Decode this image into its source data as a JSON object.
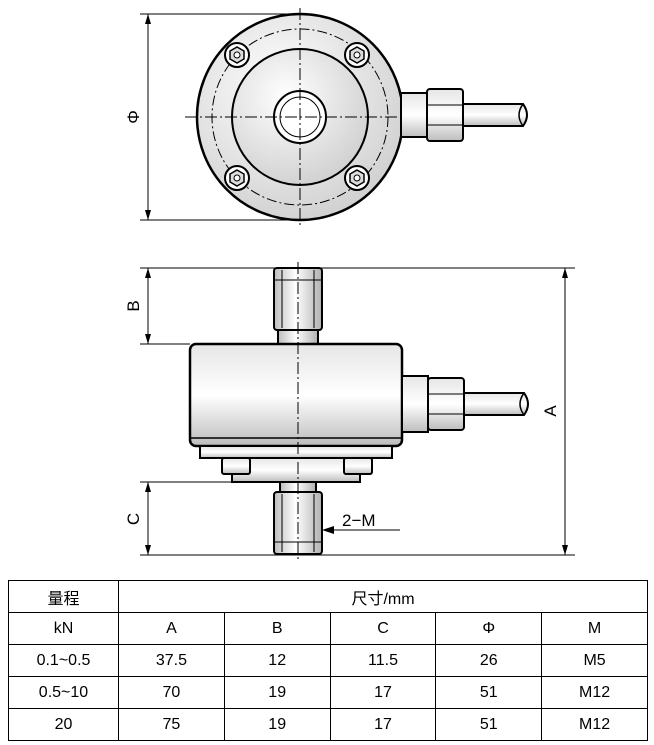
{
  "diagram": {
    "top_view": {
      "dim_phi": "Φ"
    },
    "side_view": {
      "dim_a": "A",
      "dim_b": "B",
      "dim_c": "C",
      "thread_label": "2−M"
    }
  },
  "table": {
    "range_header": "量程",
    "size_header": "尺寸/mm",
    "unit_row": [
      "kN",
      "A",
      "B",
      "C",
      "Φ",
      "M"
    ],
    "rows": [
      [
        "0.1~0.5",
        "37.5",
        "12",
        "11.5",
        "26",
        "M5"
      ],
      [
        "0.5~10",
        "70",
        "19",
        "17",
        "51",
        "M12"
      ],
      [
        "20",
        "75",
        "19",
        "17",
        "51",
        "M12"
      ]
    ]
  }
}
